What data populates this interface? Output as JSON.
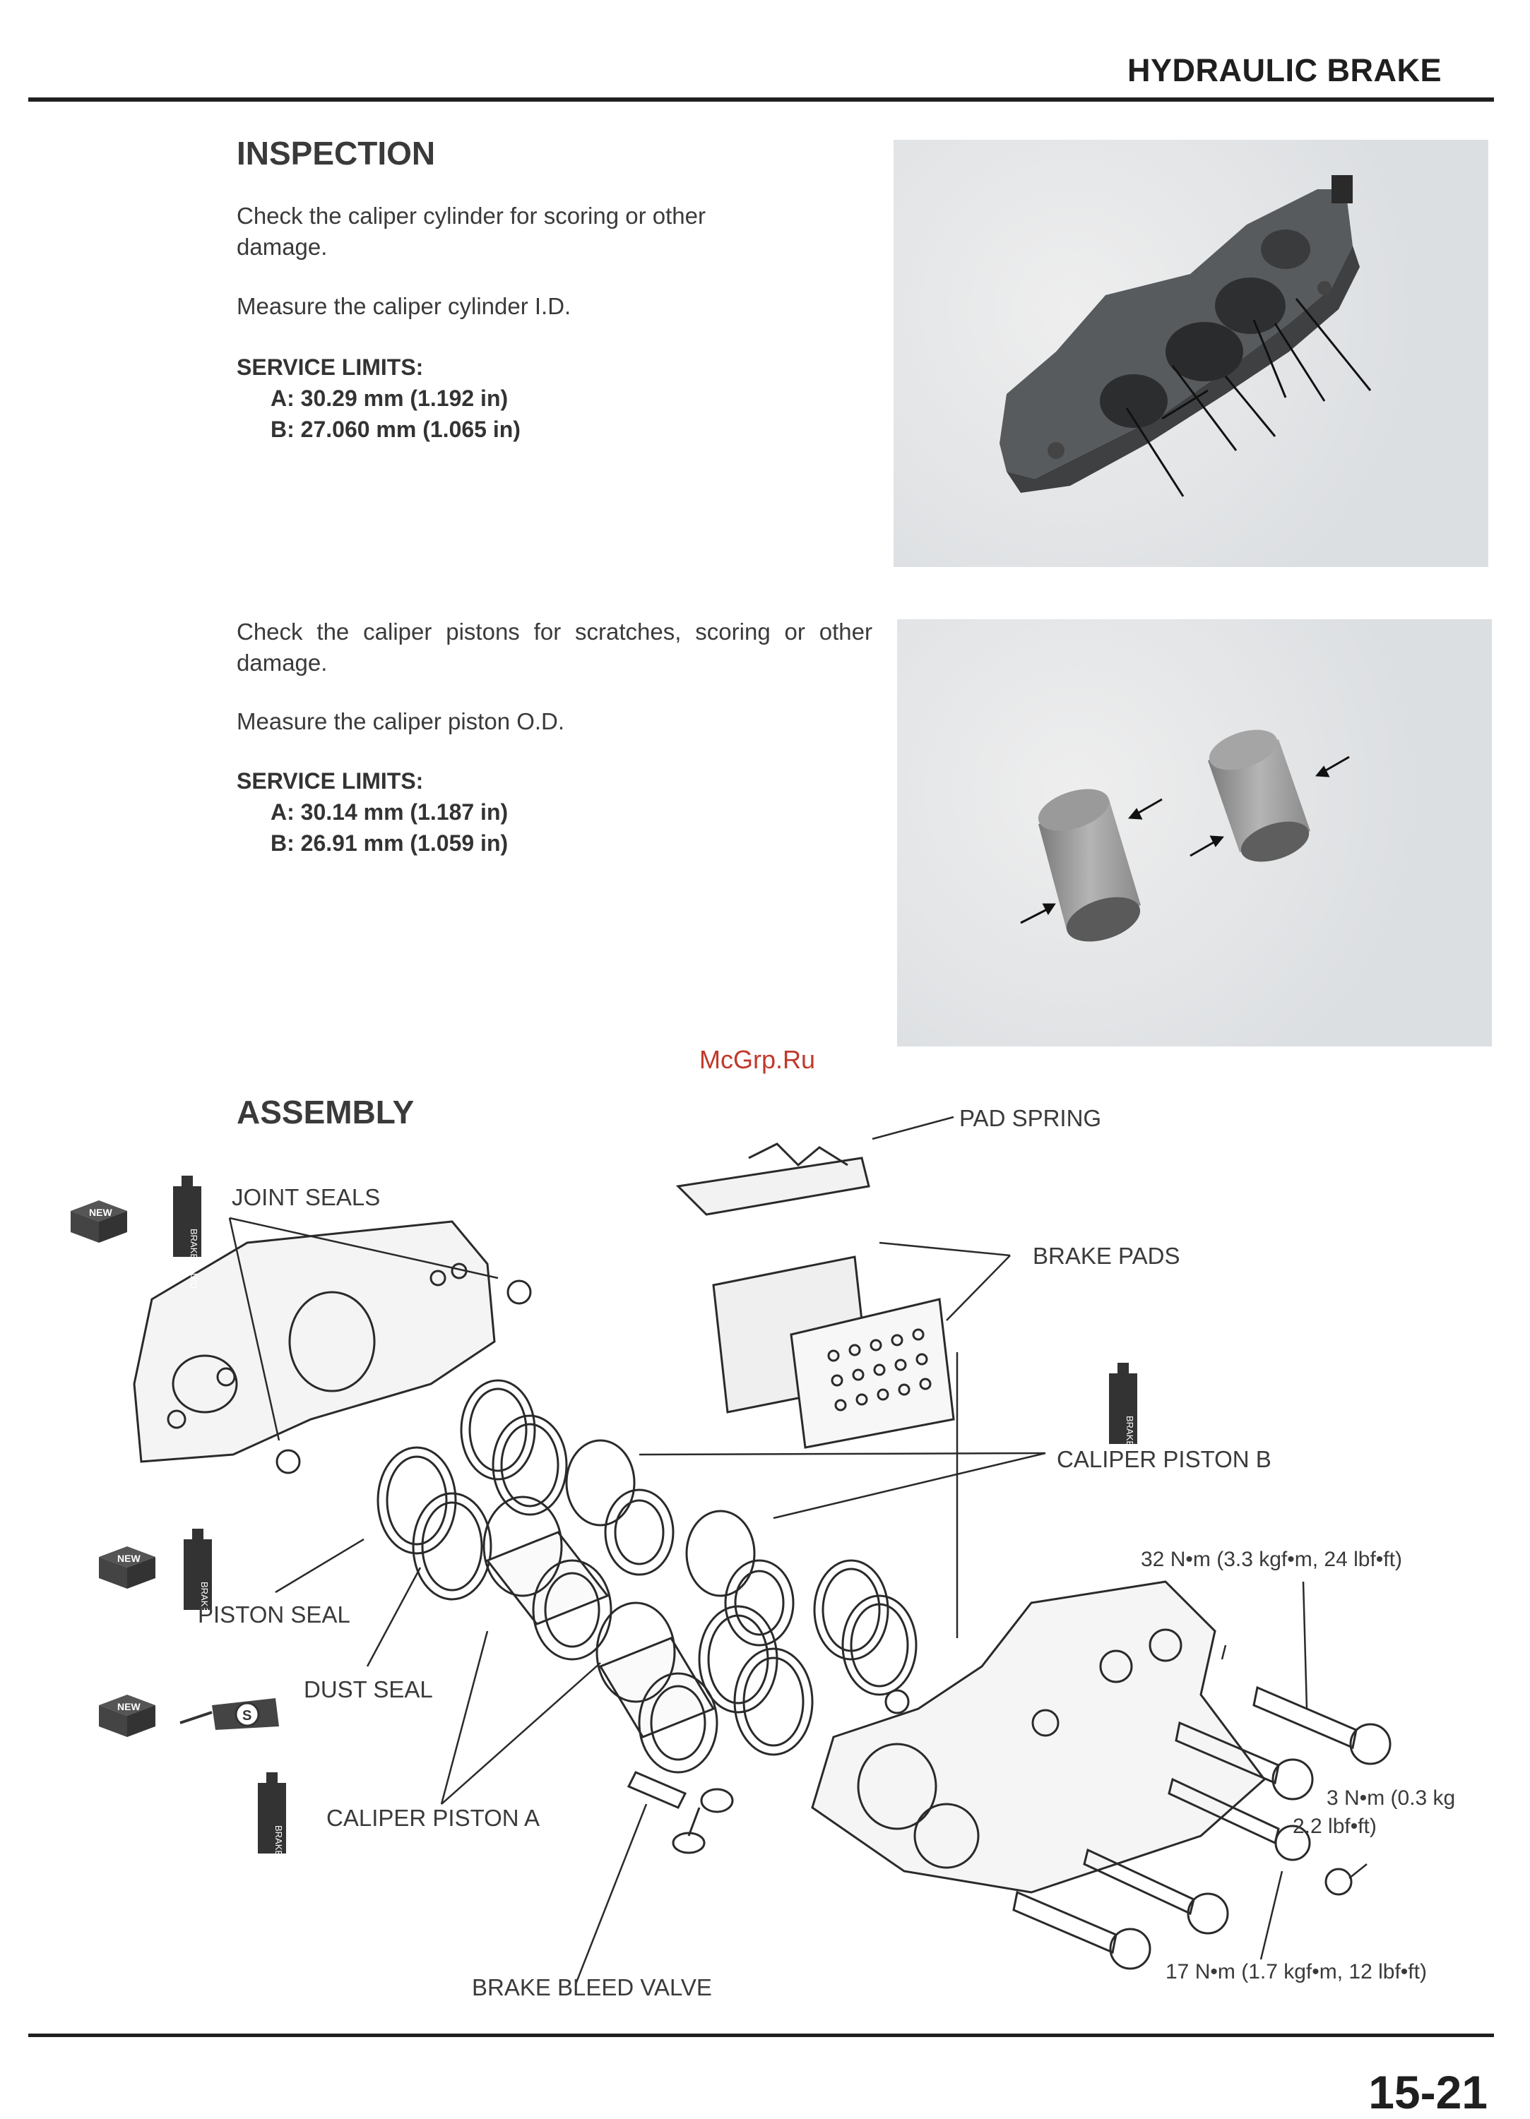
{
  "header": {
    "section_title": "HYDRAULIC BRAKE"
  },
  "inspection": {
    "heading": "INSPECTION",
    "cylinder_text_1": "Check the caliper cylinder for scoring or other damage.",
    "cylinder_text_2": "Measure the caliper cylinder I.D.",
    "cylinder_limits_title": "SERVICE LIMITS:",
    "cylinder_limit_a": "A: 30.29 mm (1.192 in)",
    "cylinder_limit_b": "B: 27.060 mm (1.065 in)",
    "piston_text_1": "Check the caliper pistons for scratches, scoring or other damage.",
    "piston_text_2": "Measure the caliper piston O.D.",
    "piston_limits_title": "SERVICE LIMITS:",
    "piston_limit_a": "A: 30.14 mm (1.187 in)",
    "piston_limit_b": "B: 26.91 mm (1.059 in)"
  },
  "watermark": "McGrp.Ru",
  "assembly": {
    "heading": "ASSEMBLY",
    "labels": {
      "pad_spring": "PAD SPRING",
      "joint_seals": "JOINT SEALS",
      "brake_pads": "BRAKE PADS",
      "caliper_piston_b": "CALIPER PISTON B",
      "torque_32": "32 N•m (3.3 kgf•m, 24 lbf•ft)",
      "piston_seal": "PISTON SEAL",
      "dust_seal": "DUST SEAL",
      "torque_3_line1": "3 N•m (0.3 kg",
      "torque_3_line2": "2.2 lbf•ft)",
      "caliper_piston_a": "CALIPER PISTON A",
      "torque_17": "17 N•m (1.7 kgf•m, 12 lbf•ft)",
      "brake_bleed_valve": "BRAKE BLEED VALVE"
    },
    "icons": {
      "new_badge": "NEW",
      "brake_fluid": "BRAKE FLUID",
      "grease": "S"
    }
  },
  "footer": {
    "page_number": "15-21"
  }
}
